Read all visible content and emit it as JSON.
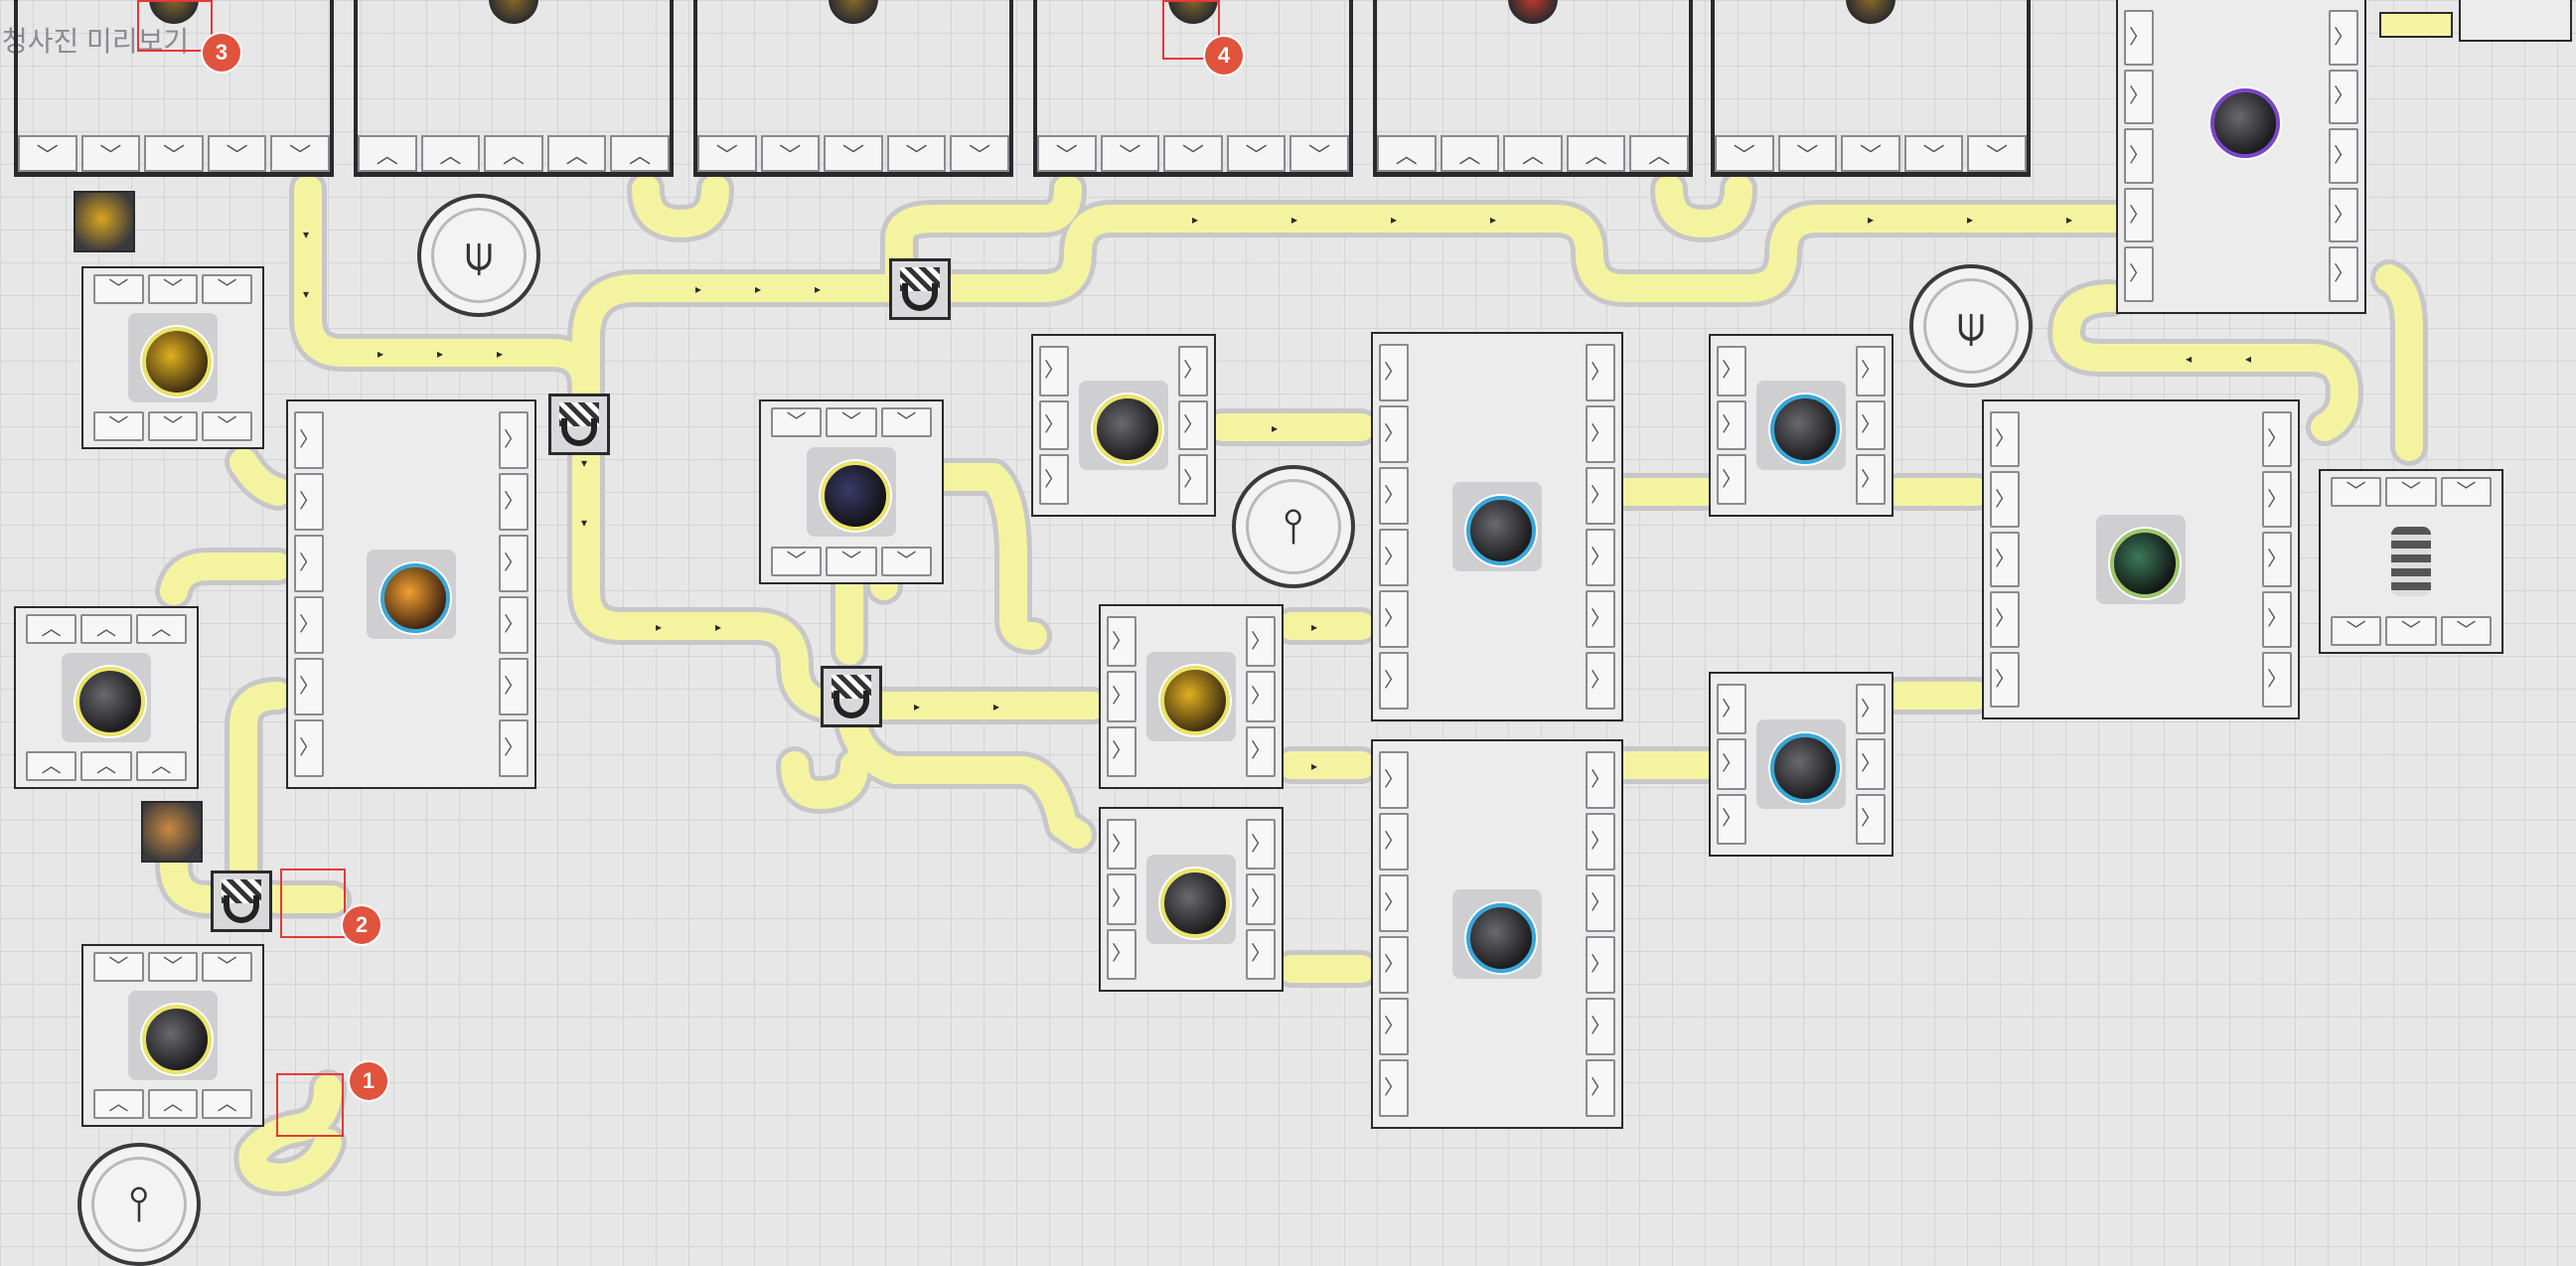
{
  "title": "청사진 미리보기",
  "markers": [
    {
      "id": "marker-1",
      "badge": "1"
    },
    {
      "id": "marker-2",
      "badge": "2"
    },
    {
      "id": "marker-3",
      "badge": "3"
    },
    {
      "id": "marker-4",
      "badge": "4"
    }
  ],
  "slot_glyphs": {
    "up": "︿",
    "down": "﹀",
    "right": "〉"
  },
  "tower_glyphs": {
    "antenna": "⍦",
    "pylon": "⫯"
  },
  "colors": {
    "belt": "#f4f4a0",
    "belt_edge": "#c9c9cc",
    "frame": "#2a2a2c",
    "marker": "#e53935",
    "badge": "#e0533c"
  },
  "icons": [
    "deposit-icon",
    "refinery-icon",
    "crusher-icon",
    "splitter-icon",
    "antenna-tower-icon",
    "power-pylon-icon",
    "storage-icon",
    "ore-icon"
  ]
}
